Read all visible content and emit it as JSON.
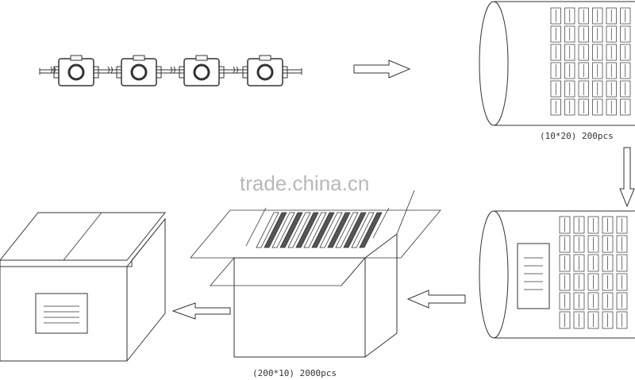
{
  "labels": {
    "bag_count": "(10*20)  200pcs",
    "carton_count": "(200*10)  2000pcs",
    "watermark": "trade.china.cn"
  },
  "module_strip": {
    "modules": [
      "module",
      "module",
      "module",
      "module"
    ]
  },
  "colors": {
    "line": "#333333",
    "watermark": "#b8b8b8"
  }
}
